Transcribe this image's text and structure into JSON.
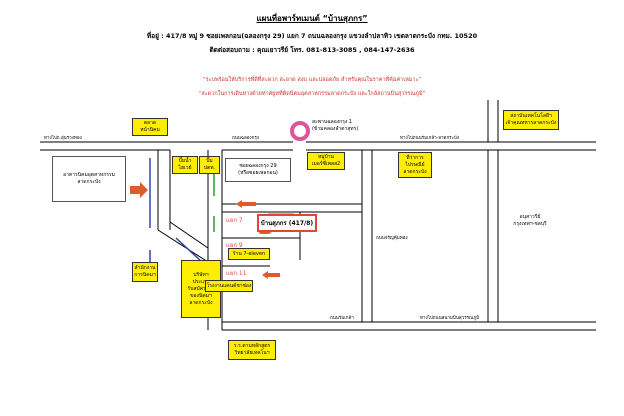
{
  "header": {
    "title": "แผนที่อพาร์ทเมนต์ “บ้านสุภกร”",
    "address": "ที่อยู่ : 417/8 หมู่ 9 ซอยเพลกอน(ฉลองกรุง 29) แยก 7 ถนนฉลองกรุง แขวงลำปลาทิว เขตลาดกระบัง กทม. 10520",
    "contact": "ติดต่อสอบถาม : คุณเยาวรีย์ โทร. 081-813-3085 , 084-147-2636"
  },
  "notes": [
    "“ระบพร้อมให้บริการที่ดีที่สะดวก สะอาด สงบ และปลอดภัย สำหรับคุณในราคาที่คุ้มค่าเหมาะ”",
    "“สะดวกในการเดินทางด้วยท่าศยูทที่ติดนิคมอุตสาหกรรมลาดกระบัง และใกล้สถานบินสุวรรณภูมิ”"
  ],
  "roads": {
    "top_left": "ทางไปถ.อุ่นรวงทอง",
    "chalong_krung": "ถนนฉลองกรุง",
    "top_right": "ทางไปถนนร่มเกล้า-ลาดกระบัง",
    "rom_klao_left": "ถนนร่มเกล้า",
    "rom_klao_right": "ทางไปถนนสนามบินสุวรรณภูมิ",
    "khum_thong": "ถนนจรัญคุ้มทอง"
  },
  "junction_label": "สะพานฉลองกรุง 1\n(ข้ามคลองลำตาสุทร)",
  "places": {
    "market": "ตลาด\nหน้านิคม",
    "pump1": "ปั๊มน้ำ\nไฮเวย์",
    "pump2": "ปั๊ม\nปตท.",
    "soi29": "ซอยฉลองกรุง 29\n(หรือซอยเพลกอน)",
    "village": "หมู่บ้าน\nเมอร์ซี่เพลส2",
    "tax": "ที่ว่าการ\nไปรษณีย์\nลาดกระบัง",
    "hospital": "สถาบันเทคโนโลยีฯ\nเจ้าคุณทหารลาดกระบัง",
    "estate": "อาคารนิคมอุตสาหกรรม\nลาดกระบัง",
    "uni": "อนุสาวรีย์\nกรุงเทพฯ-ชลบุรี",
    "office": "สำนักงาน\nการนิคมฯ",
    "company": "บริษัทฯ\nประเภท\nรับสมัครงาน\nของนิคมฯ\nลาดกระบัง",
    "seven": "ร้าน 7-eleven",
    "factory": "โรงงานแคนด์ชาช่อง",
    "school": "ร.ร.ตามหลักสูตร\nวิทยาลัยเทคโนฯ"
  },
  "home_label": "บ้านสุภกร (417/8)",
  "sois": [
    "แยก 7",
    "แยก 9",
    "แยก 11"
  ]
}
